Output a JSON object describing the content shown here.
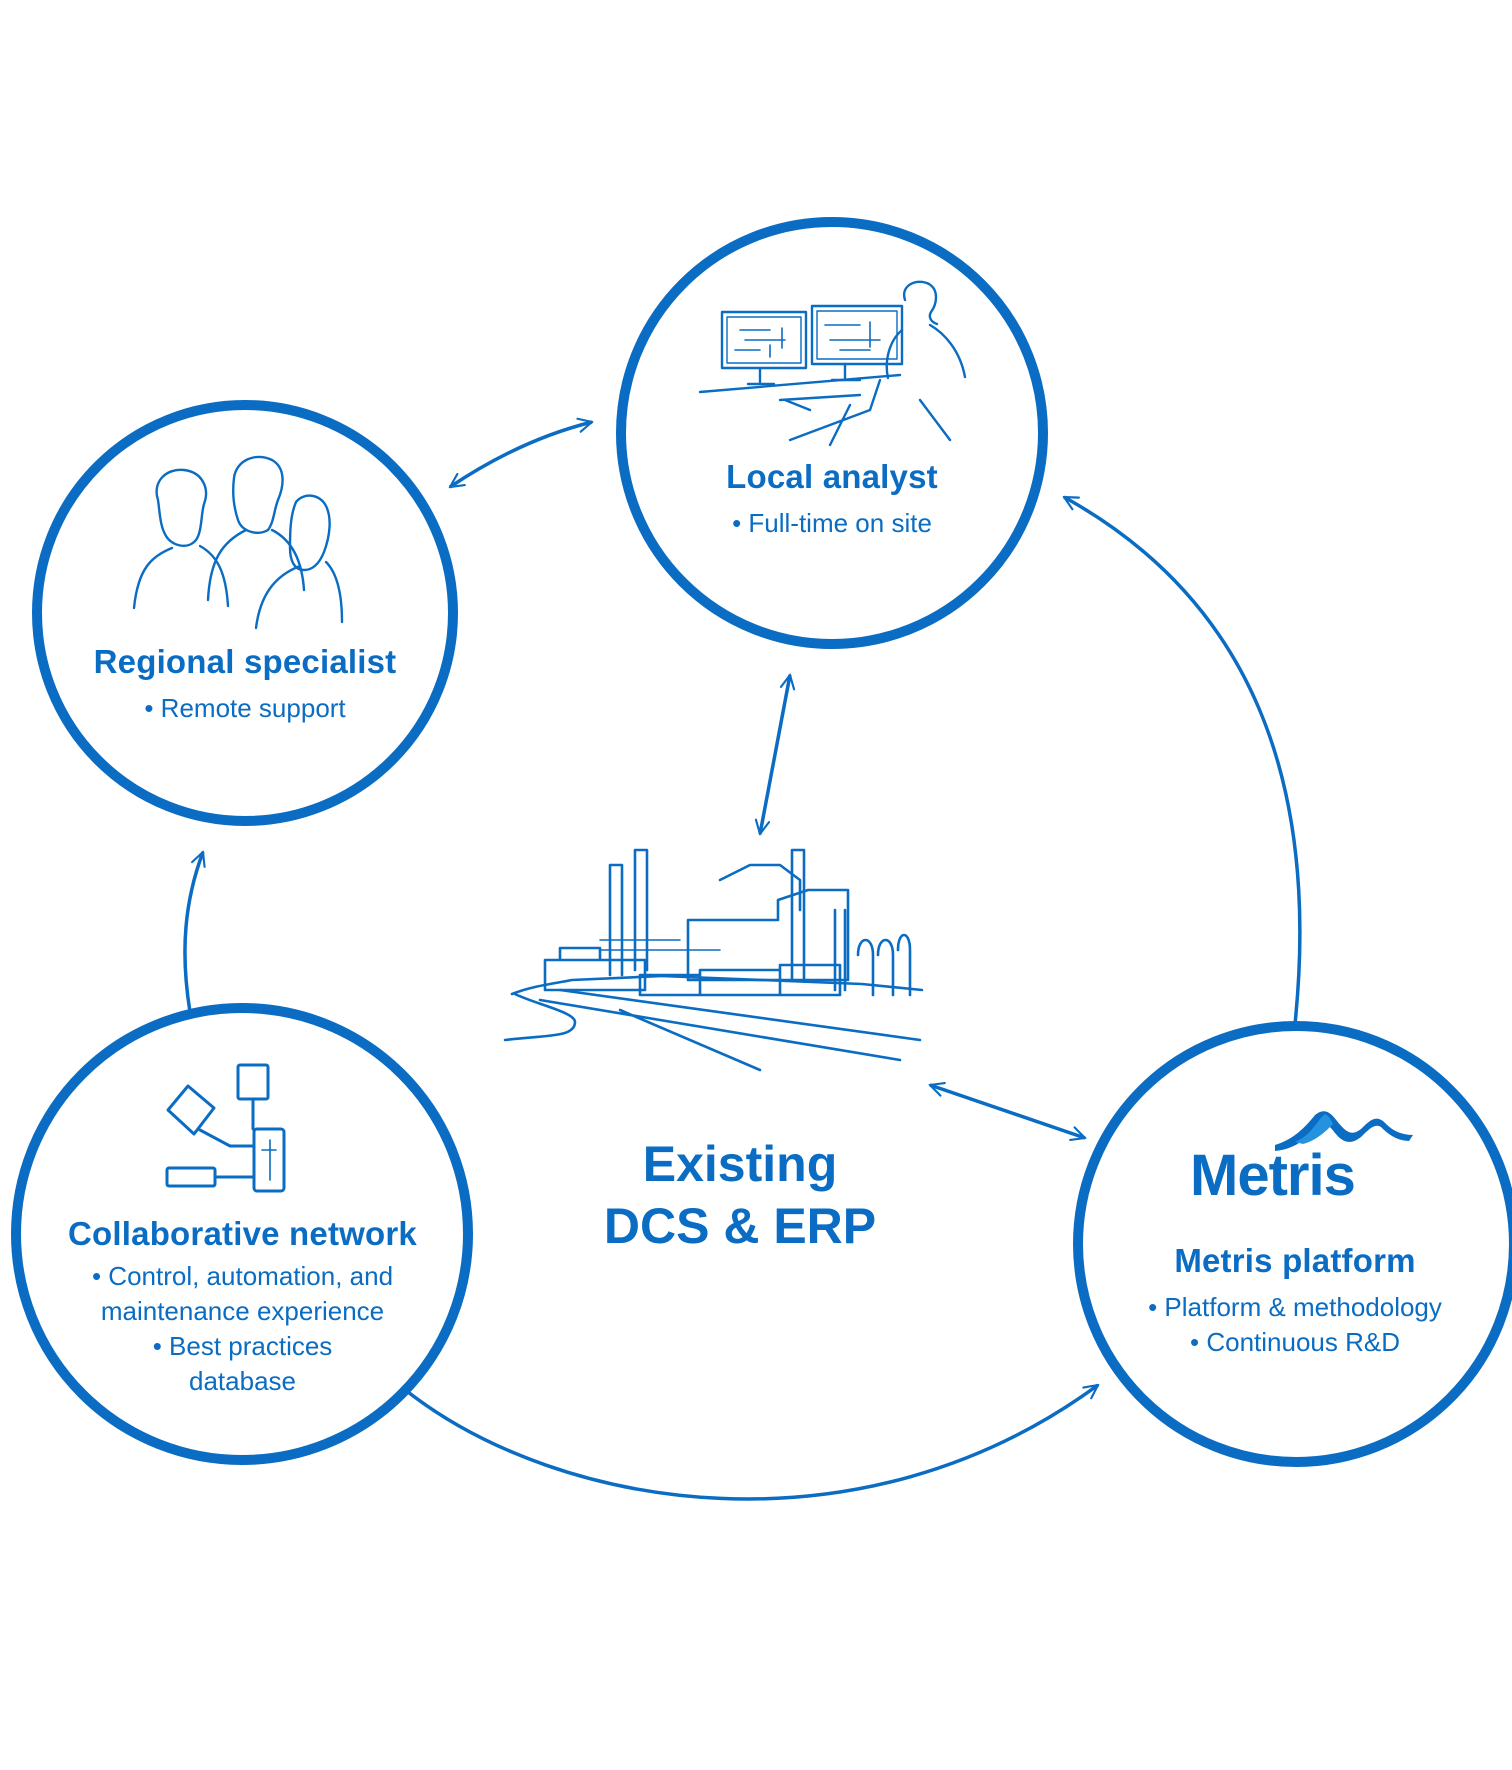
{
  "colors": {
    "brand_blue": "#0a6cc2",
    "background": "#ffffff"
  },
  "center": {
    "line1": "Existing",
    "line2": "DCS & ERP",
    "icon": "industrial-plant-sketch"
  },
  "nodes": {
    "local_analyst": {
      "title": "Local analyst",
      "items": [
        "Full-time on site"
      ],
      "icon": "analyst-at-monitors-sketch"
    },
    "regional_specialist": {
      "title": "Regional specialist",
      "items": [
        "Remote support"
      ],
      "icon": "group-of-people-sketch"
    },
    "collaborative_network": {
      "title": "Collaborative network",
      "items": [
        "Control, automation, and",
        "maintenance experience",
        "Best practices",
        "database"
      ],
      "icon": "connected-devices-sketch"
    },
    "metris_platform": {
      "logo_text": "Metris",
      "title": "Metris platform",
      "items": [
        "Platform & methodology",
        "Continuous R&D"
      ],
      "icon": "metris-wave-logo"
    }
  }
}
